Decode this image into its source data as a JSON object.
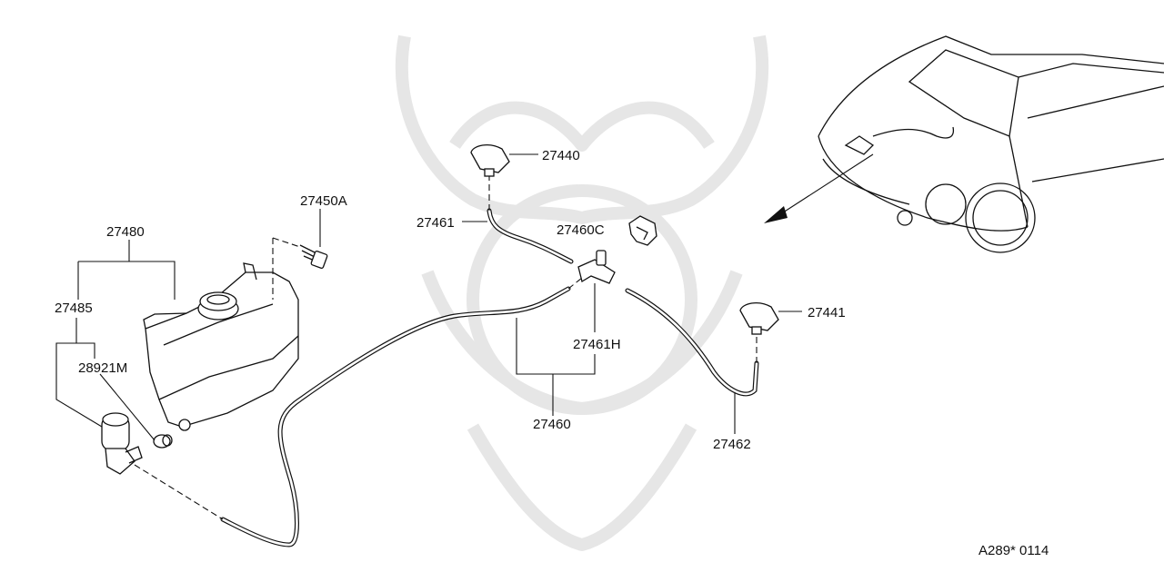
{
  "diagram": {
    "labels": {
      "p27480": "27480",
      "p27485": "27485",
      "p28921M": "28921M",
      "p27450A": "27450A",
      "p27440": "27440",
      "p27461": "27461",
      "p27460C": "27460C",
      "p27461H": "27461H",
      "p27460": "27460",
      "p27441": "27441",
      "p27462": "27462"
    },
    "reference_code": "A289* 0114"
  }
}
